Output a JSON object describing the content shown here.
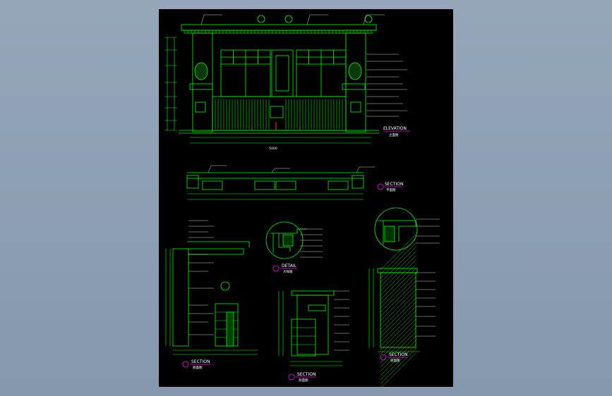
{
  "drawing": {
    "colors": {
      "viewport_bg": "#8c9db3",
      "sheet_bg": "#000000",
      "geometry": "#00ff00",
      "annotation": "#ffffff",
      "title_marker": "#ff00ff",
      "accent": "#ff3333"
    },
    "views": {
      "elevation": {
        "title": "ELEVATION",
        "subtitle": "立面图",
        "bottom_total": "5000"
      },
      "plan_section": {
        "title": "SECTION",
        "subtitle": "平面图"
      },
      "detail": {
        "title": "DETAIL",
        "subtitle": "大样图"
      },
      "section_left": {
        "title": "SECTION",
        "subtitle": "剖面图"
      },
      "section_mid": {
        "title": "SECTION",
        "subtitle": "剖面图"
      },
      "section_right": {
        "title": "SECTION",
        "subtitle": "剖面图"
      }
    }
  }
}
